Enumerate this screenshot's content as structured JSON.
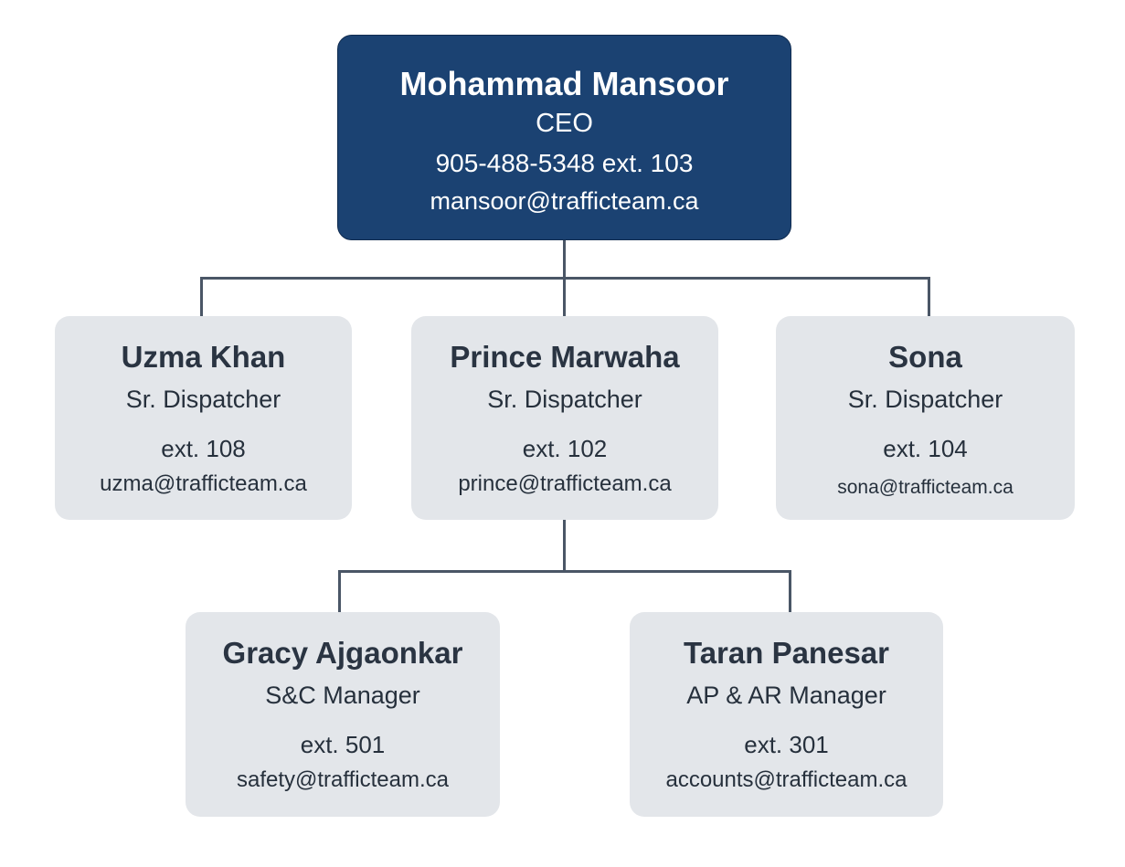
{
  "ceo": {
    "name": "Mohammad Mansoor",
    "title": "CEO",
    "phone": "905-488-5348 ext. 103",
    "email": "mansoor@trafficteam.ca"
  },
  "staff": [
    {
      "name": "Uzma Khan",
      "title": "Sr. Dispatcher",
      "ext": "ext. 108",
      "email": "uzma@trafficteam.ca"
    },
    {
      "name": "Prince Marwaha",
      "title": "Sr. Dispatcher",
      "ext": "ext. 102",
      "email": "prince@trafficteam.ca"
    },
    {
      "name": "Sona",
      "title": "Sr. Dispatcher",
      "ext": "ext. 104",
      "email": "sona@trafficteam.ca"
    },
    {
      "name": "Gracy Ajgaonkar",
      "title": "S&C Manager",
      "ext": "ext. 501",
      "email": "safety@trafficteam.ca"
    },
    {
      "name": "Taran Panesar",
      "title": "AP & AR Manager",
      "ext": "ext. 301",
      "email": "accounts@trafficteam.ca"
    }
  ],
  "colors": {
    "ceo_box": "#1b4272",
    "staff_box": "#e3e6ea",
    "connector": "#4a5666"
  }
}
